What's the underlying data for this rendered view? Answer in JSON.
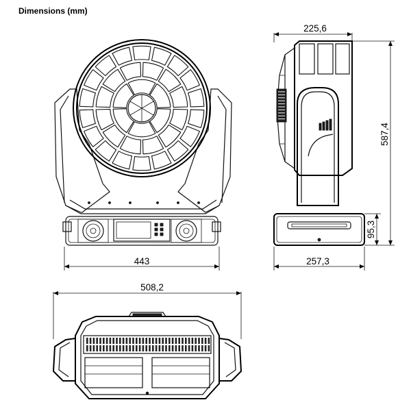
{
  "title": "Dimensions (mm)",
  "dimensions": {
    "front_width": "443",
    "side_top_width": "225,6",
    "side_height": "587,4",
    "side_base_height": "95,3",
    "side_base_width": "257,3",
    "top_width": "508,2"
  }
}
